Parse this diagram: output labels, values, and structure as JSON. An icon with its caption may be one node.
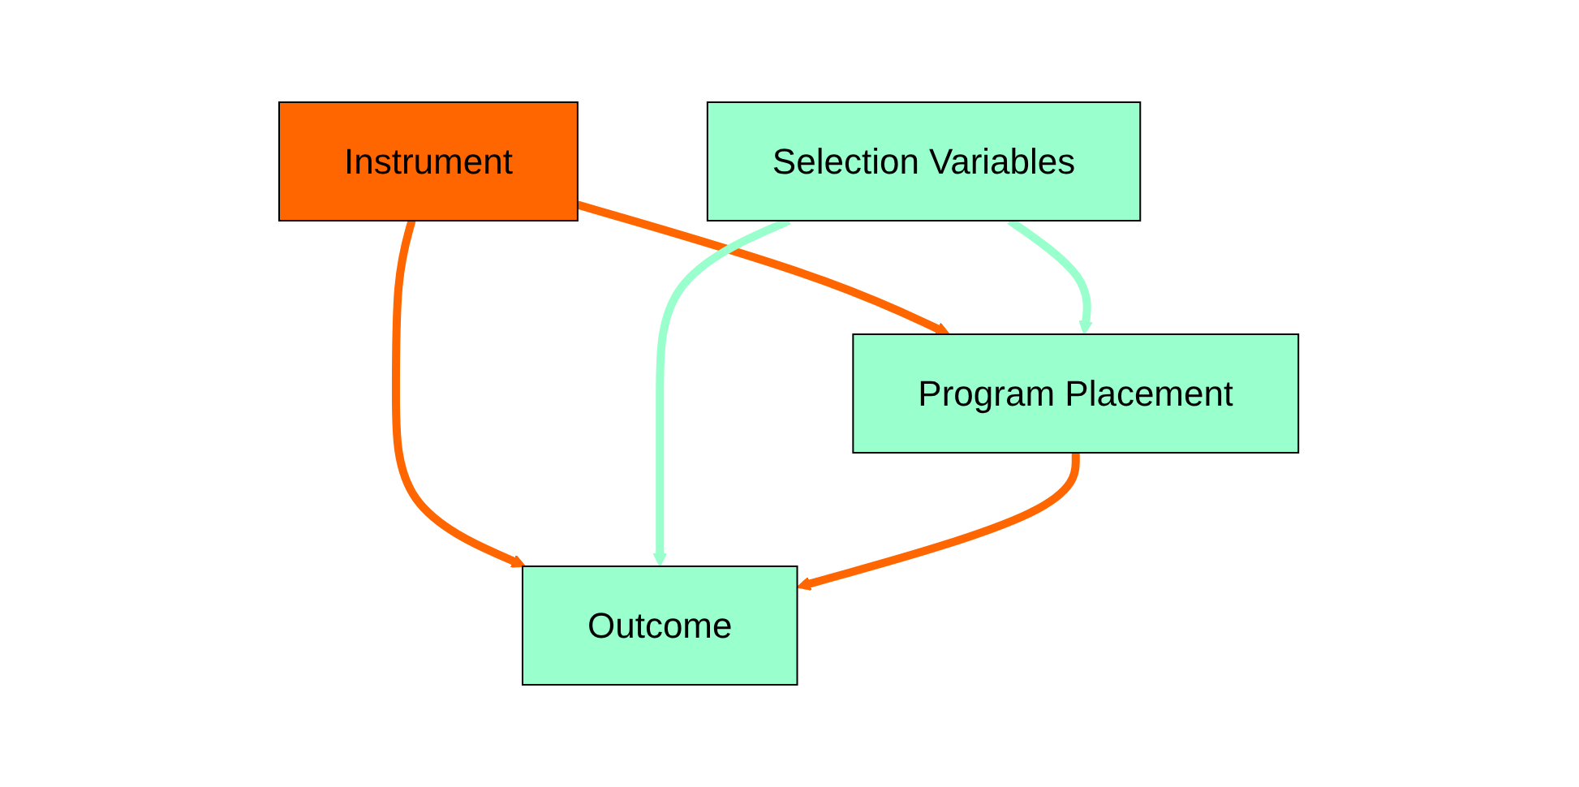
{
  "diagram": {
    "nodes": [
      {
        "text": [
          "Instrument"
        ]
      },
      {
        "text": [
          "Selection Variables"
        ]
      },
      {
        "text": [
          "Program Placement"
        ]
      },
      {
        "text": [
          "Outcome"
        ]
      }
    ],
    "edges": [
      {
        "from": 0,
        "to": 2,
        "arrow": "to"
      },
      {
        "from": 0,
        "to": 3,
        "arrow": "to"
      },
      {
        "from": 1,
        "to": 2,
        "arrow": "to",
        "color": "#99ffcc"
      },
      {
        "from": 1,
        "to": 3,
        "arrow": "to",
        "color": "#99ffcc"
      },
      {
        "from": 2,
        "to": 3,
        "arrow": "to"
      }
    ]
  }
}
